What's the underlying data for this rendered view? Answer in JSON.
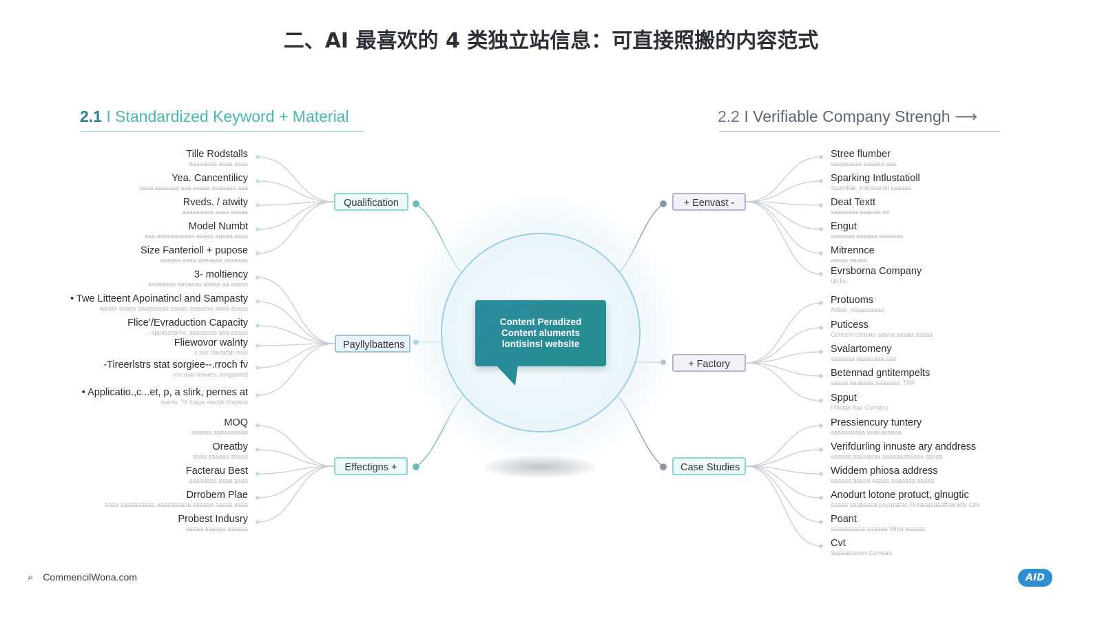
{
  "title": "二、AI 最喜欢的 4 类独立站信息：可直接照搬的内容范式",
  "sections": {
    "left": {
      "number": "2.1",
      "separator": "I",
      "title": "Standardized Keyword + Material"
    },
    "right": {
      "number": "2.2",
      "separator": "I",
      "title": "Verifiable Company Strengh",
      "arrow": "⟶"
    }
  },
  "center": {
    "text": [
      "Content Peradized",
      "Content aluments",
      "lontisinsl website"
    ]
  },
  "nodes": {
    "qualification": "Qualification",
    "payllylbattens": "Payllylbattens",
    "effectigns": "Effectigns +",
    "eenvast": "+ Eenvast -",
    "factory": "+ Factory",
    "case_studies": "Case Studies"
  },
  "left_leaves": [
    {
      "label": "Tille Rodstalls",
      "sub": "aaaaaaaa aaaa aaaa"
    },
    {
      "label": "Yea. Cancentilicy",
      "sub": "aaaa aaaaaaa aaa aaaaa aaaaaaa aaa"
    },
    {
      "label": "Rveds. / atwity",
      "sub": "aaaaaaaaa aaaa aaaaa"
    },
    {
      "label": "Model Numbt",
      "sub": "aaa aaaaaaaaaaa aaaaa aaaaa aaaa"
    },
    {
      "label": "Size Fanterioll + pupose",
      "sub": "aaaaaa aaaa aaaaaaa aaaaaaa"
    },
    {
      "label": "3- moltiency",
      "sub": "aaaaaaaa aaaaaaa aaaaa aa aaaaa"
    },
    {
      "label": "• Twe Litteent Apoinatincl and Sampasty",
      "sub": "aaaaa aaaaa aaaaaaaaa aaaaa aaaaaaa aaaa aaaaa"
    },
    {
      "label": "Flice’/Evraduction Capacity",
      "sub": "- applicatiarns, aaaaaaaa aaa aaaaa"
    },
    {
      "label": "Fliewovor walnty",
      "sub": "s ltse medatah hoel"
    },
    {
      "label": "-Tireerlstrs stat sorgiee--.rroch fv",
      "sub": "mn,rruo dowers, eingaelled"
    },
    {
      "label": "• Applicatio.,c...et, p, a slirk, pernes at",
      "sub": "wards. Tlt lnaga mectal d.eplest"
    },
    {
      "label": "MOQ",
      "sub": "aaaaaa aaaaaaaaaa"
    },
    {
      "label": "Oreatby",
      "sub": "aaaa aaaaaa aaaaa"
    },
    {
      "label": "Facterau Best",
      "sub": "aaaaaaaa aaaa aaaa"
    },
    {
      "label": "Drrobem Plae",
      "sub": "aaaa aaaaaaaaaa aaaaaaaaaa aaaaaa aaaaa aaaa"
    },
    {
      "label": "Probest Indusry",
      "sub": "aaaaa aaaaaa aaaaaa"
    }
  ],
  "right_leaves": [
    {
      "label": "Stree flumber",
      "sub": "aaaaaaaaa aaaaaa aaa"
    },
    {
      "label": "Sparking Intlustatioll",
      "sub": "Spartlilak, Intlustatioll aaaaaa"
    },
    {
      "label": "Deat Textt",
      "sub": "aaaaaaaa aaaaaa aa"
    },
    {
      "label": "Engut",
      "sub": "aaaaaaa aaaaaa aaaaaaa"
    },
    {
      "label": "Mitrennce",
      "sub": "aaaaa aaaaa"
    },
    {
      "label": "Evrsborna Company",
      "sub": "Uit llo."
    },
    {
      "label": "Protuoms",
      "sub": "Adlisk, reipascesan"
    },
    {
      "label": "Puticess",
      "sub": "Cencent ceaane aauna aaaaa aaaaa"
    },
    {
      "label": "Svalartomeny",
      "sub": "aaaaaaa aaaaaaaa aaa"
    },
    {
      "label": "Betennad gntitempelts",
      "sub": "aaaaa aaaaaaa aaaaaaa. TRP"
    },
    {
      "label": "Spput",
      "sub": "Ffoctan ftac Cometry"
    },
    {
      "label": "Pressiencury tuntery",
      "sub": "aaaaaaaaaa aaaaaaaaaa"
    },
    {
      "label": "Verifdurling innuste ary anddress",
      "sub": "aaaaaa aaaaaaaa aaaaaaaaaaaa aaaaa"
    },
    {
      "label": "Widdem phiosa address",
      "sub": "aaaaaa aaaaa aaaaa aaaaaaa aaaaa"
    },
    {
      "label": "Anodurt lotone protuct, glnugtic",
      "sub": "aaaaa aaaaaaaa poyaaatac.Fneaaaaaaaffaariidly cals"
    },
    {
      "label": "Poant",
      "sub": "aaaaaaaaaa aaaaaa Wina aaaaas"
    },
    {
      "label": "Cvt",
      "sub": "Sapaatsanno Centiars"
    }
  ],
  "footer": {
    "icon": "search-icon",
    "text": "CommencilWona.com"
  },
  "logo": {
    "text": "AID"
  },
  "colors": {
    "teal": "#49b7ae",
    "bubble": "#2d8aa0",
    "node_teal_border": "#8fd6d2",
    "node_lilac_border": "#b9b2cf"
  }
}
